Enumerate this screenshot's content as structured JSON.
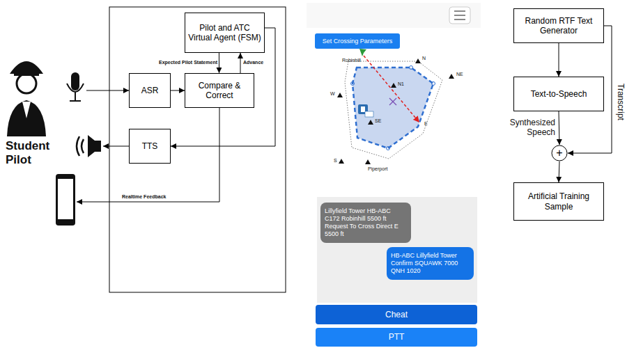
{
  "diagram": {
    "nodes": [
      {
        "text": [
          "Pilot and ATC Virtual Agent (FSM)"
        ]
      },
      {
        "text": [
          "ASR"
        ]
      },
      {
        "text": [
          "Compare & Correct"
        ]
      },
      {
        "text": [
          "TTS"
        ]
      },
      {
        "text": [
          "Set Crossing Parameters"
        ]
      },
      {
        "text": [
          "Lillyfield Tower HB-ABC C172 Robinhill 5500 ft Request To Cross Direct E 5500 ft"
        ]
      },
      {
        "text": [
          "HB-ABC Lillyfield Tower Confirm SQUAWK 7000 QNH 1020"
        ]
      },
      {
        "text": [
          "Cheat"
        ]
      },
      {
        "text": [
          "PTT"
        ]
      },
      {
        "text": [
          "Random RTF Text Generator"
        ]
      },
      {
        "text": [
          "Text-to-Speech"
        ]
      },
      {
        "text": [
          "+"
        ]
      },
      {
        "text": [
          "Artificial Training Sample"
        ]
      }
    ],
    "edges": [
      {
        "from": 1,
        "to": 2,
        "arrow": "to"
      },
      {
        "from": 0,
        "to": 2,
        "label": "Expected Pilot Statement",
        "arrow": "to"
      },
      {
        "from": 2,
        "to": 0,
        "label": "Advance",
        "arrow": "to"
      },
      {
        "from": 0,
        "to": 3,
        "arrow": "to"
      },
      {
        "from": 9,
        "to": 10,
        "arrow": "to"
      },
      {
        "from": 10,
        "to": 11,
        "label": "Synthesized Speech",
        "arrow": "to"
      },
      {
        "from": 9,
        "to": 11,
        "label": "Transcript",
        "arrow": "to"
      },
      {
        "from": 11,
        "to": 12,
        "arrow": "to"
      }
    ],
    "labels": [
      "Student Pilot",
      "Realtime Feedback",
      "Robinhill",
      "N",
      "NE",
      "N1",
      "W",
      "SE",
      "E",
      "S",
      "Piperport"
    ]
  }
}
